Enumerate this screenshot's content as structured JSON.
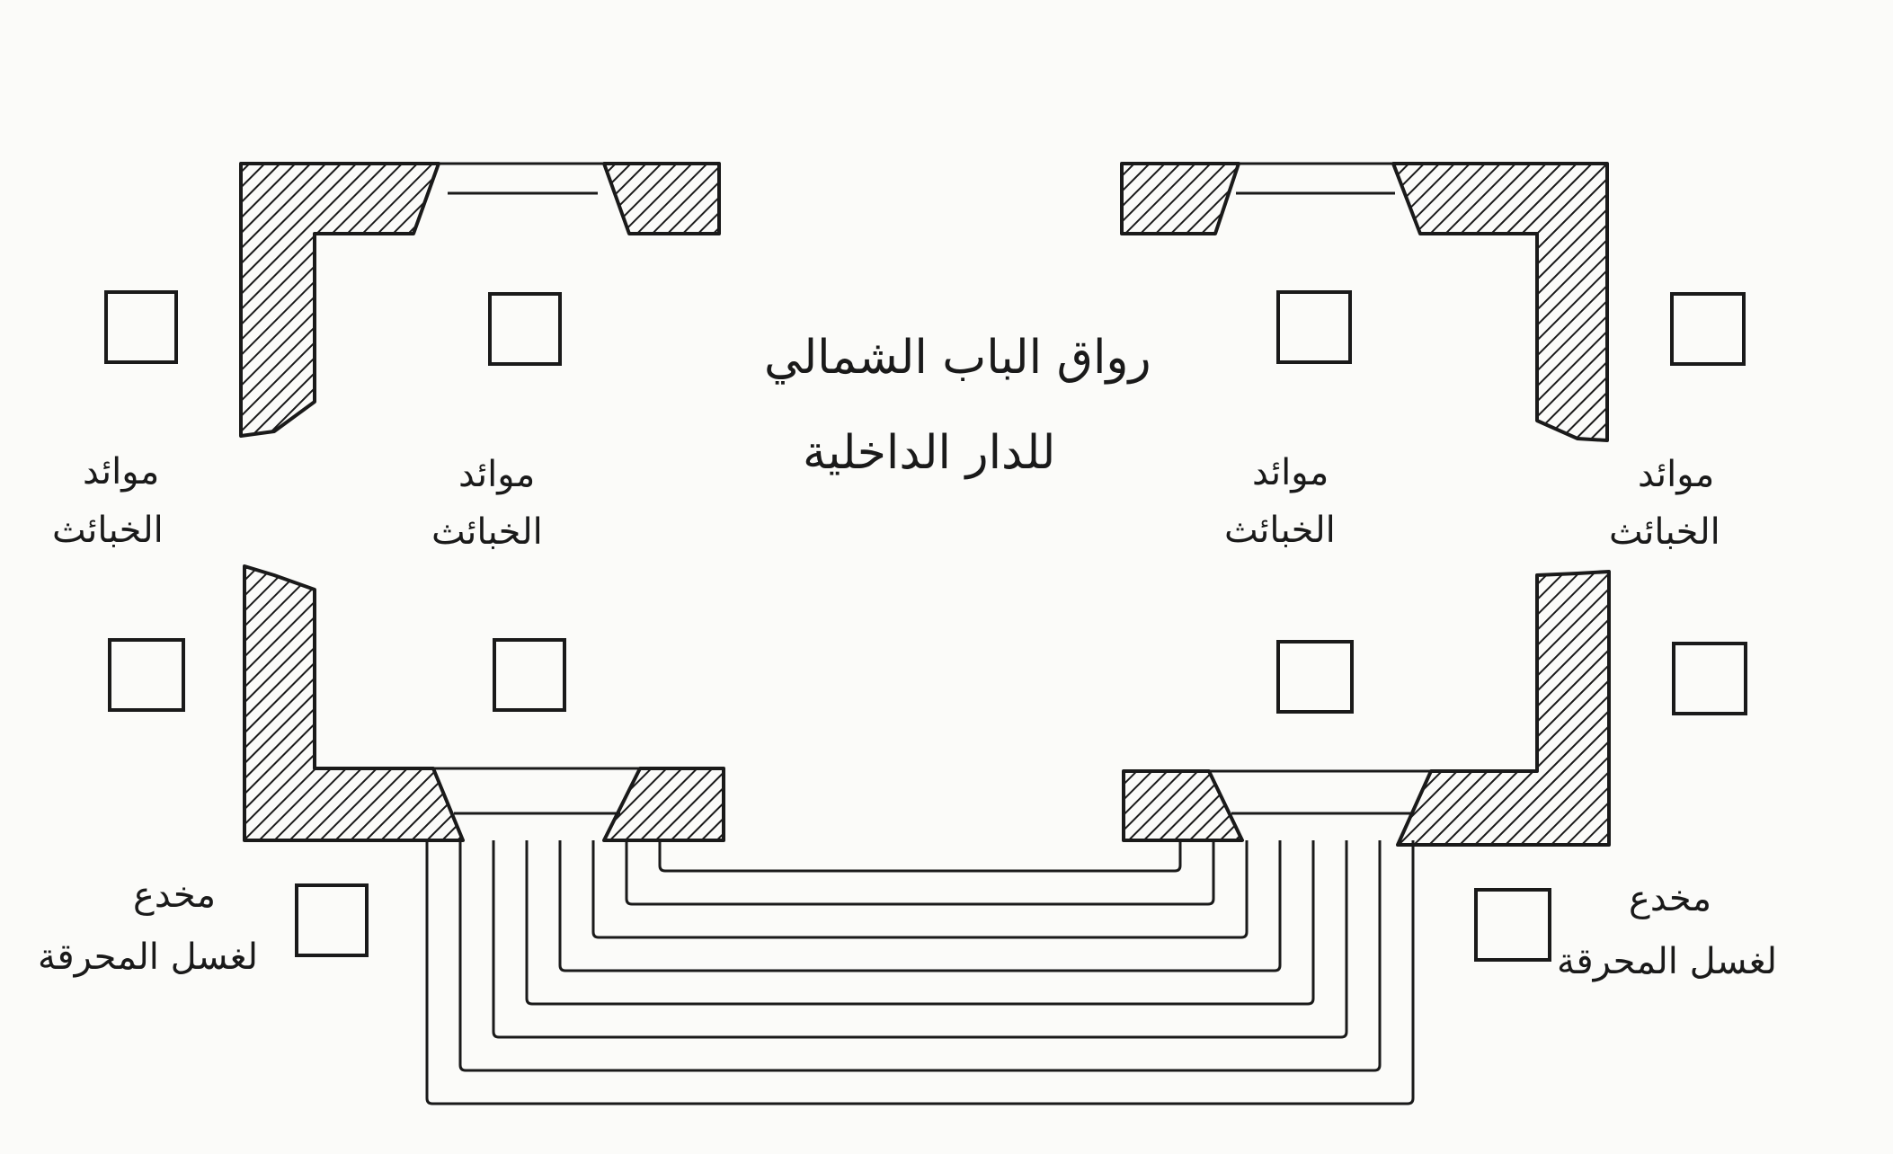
{
  "labels": {
    "title_line1": "رواق الباب الشمالي",
    "title_line2": "للدار الداخلية",
    "mawaid_1": "موائد",
    "khabaith": "الخبائث",
    "makhda": "مخدع",
    "ghusl": "لغسل المحرقة"
  },
  "colors": {
    "ink": "#1a1a1a",
    "paper": "#fbfbf9"
  }
}
